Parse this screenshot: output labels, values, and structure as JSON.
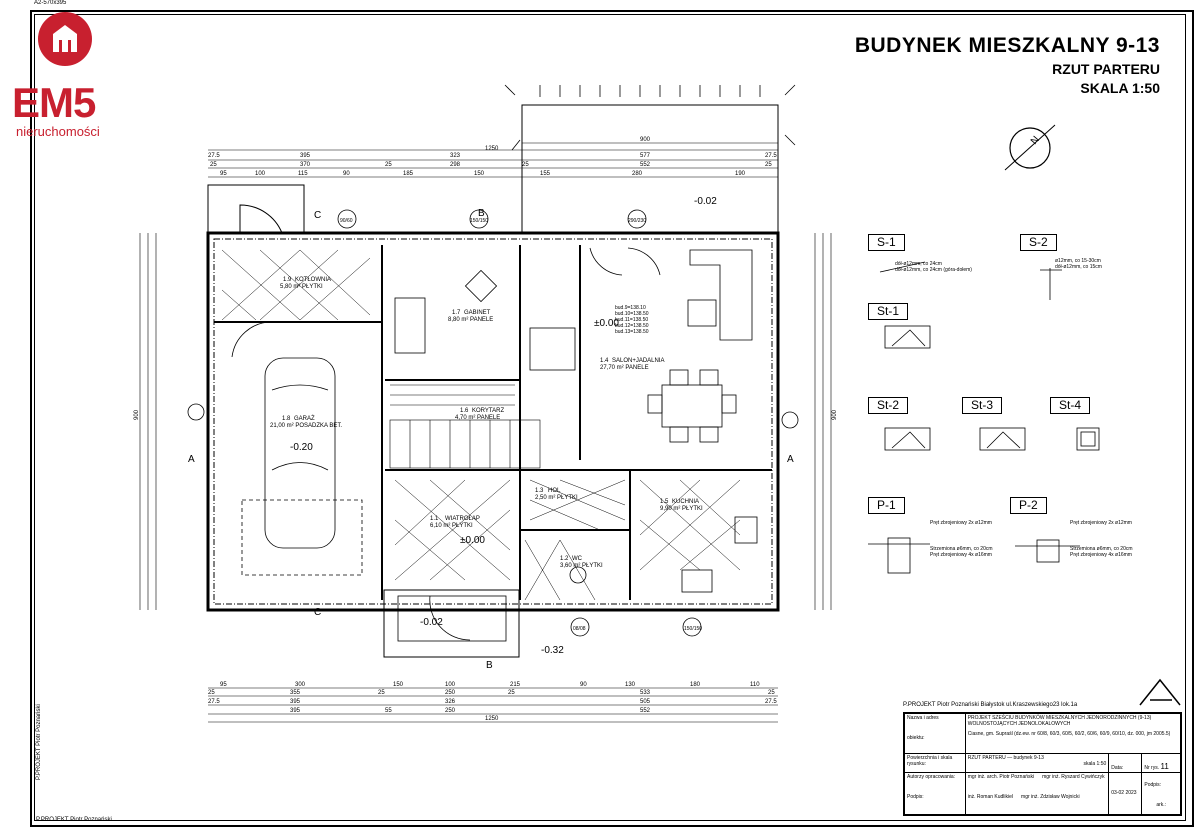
{
  "sheet_label": "A2-570x395",
  "logo": {
    "brand": "EM5",
    "subtitle": "nieruchomości",
    "color": "#c8202f"
  },
  "header": {
    "title": "BUDYNEK MIESZKALNY 9-13",
    "subtitle": "RZUT PARTERU",
    "scale": "SKALA 1:50"
  },
  "dimensions": {
    "top_total": "1250",
    "top_terrace": "900",
    "top_row1": [
      "27.5",
      "395",
      "323",
      "577",
      "27.5"
    ],
    "top_row2": [
      "25",
      "370",
      "25",
      "298",
      "25",
      "552",
      "25"
    ],
    "top_row3": [
      "95",
      "100",
      "115",
      "90",
      "185",
      "150",
      "155",
      "280",
      "190"
    ],
    "bottom_row1": [
      "95",
      "300",
      "150",
      "100",
      "215",
      "90",
      "130",
      "180",
      "110"
    ],
    "bottom_row2": [
      "25",
      "355",
      "25",
      "250",
      "25",
      "533",
      "25"
    ],
    "bottom_row3": [
      "27.5",
      "395",
      "326",
      "505",
      "27.5"
    ],
    "bottom_row4": [
      "395",
      "55",
      "250",
      "552"
    ],
    "bottom_total": "1250",
    "left_total": "900",
    "right_total": "900"
  },
  "rooms": [
    {
      "number": "1.1",
      "name": "WIATROŁAP",
      "area": "6,10 m² PŁYTKI"
    },
    {
      "number": "1.2",
      "name": "WC",
      "area": "3,60 m² PŁYTKI"
    },
    {
      "number": "1.3",
      "name": "HOL",
      "area": "2,50 m² PŁYTKI"
    },
    {
      "number": "1.4",
      "name": "SALON+JADALNIA",
      "area": "27,70 m² PANELE"
    },
    {
      "number": "1.5",
      "name": "KUCHNIA",
      "area": "9,90 m² PŁYTKI"
    },
    {
      "number": "1.6",
      "name": "KORYTARZ",
      "area": "4,70 m² PANELE"
    },
    {
      "number": "1.7",
      "name": "GABINET",
      "area": "8,80 m² PANELE"
    },
    {
      "number": "1.8",
      "name": "GARAŻ",
      "area": "21,00 m² POSADZKA BET."
    },
    {
      "number": "1.9",
      "name": "KOTŁOWNIA",
      "area": "5,80 m² PŁYTKI"
    }
  ],
  "levels": [
    "-0.02",
    "±0.00",
    "-0.20",
    "±0.00",
    "-0.02",
    "-0.32"
  ],
  "elevations": [
    "bud.9=138.10",
    "bud.10=138.50",
    "bud.11=138.50",
    "bud.12=138.50",
    "bud.13=138.50"
  ],
  "windows": [
    "90/60",
    "150/150",
    "290/230",
    "08/08",
    "150/150"
  ],
  "section_markers": [
    "A",
    "A",
    "B",
    "B",
    "C",
    "C"
  ],
  "north_label": "N",
  "details": {
    "S-1": {
      "label": "S-1",
      "notes": [
        "dół-ø12mm, co 24cm",
        "dół-ø12mm, co 24cm (góra-dołem)"
      ]
    },
    "S-2": {
      "label": "S-2",
      "notes": [
        "ø12mm, co 15-30cm",
        "dół-ø12mm, co 15cm"
      ]
    },
    "St-1": {
      "label": "St-1"
    },
    "St-2": {
      "label": "St-2"
    },
    "St-3": {
      "label": "St-3"
    },
    "St-4": {
      "label": "St-4"
    },
    "P-1": {
      "label": "P-1",
      "notes": [
        "Pręt zbrojeniowy 2x ø12mm",
        "Strzemiona ø6mm, co 20cm",
        "Pręt zbrojeniowy 4x ø16mm"
      ]
    },
    "P-2": {
      "label": "P-2",
      "notes": [
        "Pręt zbrojeniowy 2x ø12mm",
        "Strzemiona ø6mm, co 20cm",
        "Pręt zbrojeniowy 4x ø16mm"
      ]
    }
  },
  "title_block": {
    "company": "P.PROJEKT  Piotr Poznański  Białystok ul.Kraszewskiego23 lok.1a",
    "name_label": "Nazwa i adres",
    "object_label": "obiektu:",
    "project": "PROJEKT SZEŚCIU BUDYNKÓW MIESZKALNYCH JEDNORODZINNYCH (9-13) WOLNOSTOJĄCYCH JEDNOLOKALOWYCH",
    "address": "Ciasne, gm. Supraśl (dz.ew. nr 60/8, 60/3, 60/5, 60/2, 60/6, 60/9, 60/10, dz. 000, jm 2005.5)",
    "drawing_label": "Powierzchnia i skala rysunku:",
    "drawing": "RZUT PARTERU — budynek 9-13",
    "scale": "skala 1:50",
    "date_label": "Data:",
    "number_label": "Nr rys.",
    "number": "11",
    "authors_label": "Autorzy opracowania:",
    "sign_label": "Podpis:",
    "author1": "mgr inż. arch. Piotr Poznański",
    "author2": "mgr inż. Ryszard Cywińczyk",
    "author3": "inż. Roman Kudlikiel",
    "author4": "mgr inż. Zdzisław Wojnicki",
    "date": "03-02 2023",
    "sign_right": "Podpis:",
    "sheet_label": "ark.:"
  },
  "side_text": "P.PROJEKT   Piotr Poznański",
  "bottom_text": "P.PROJEKT   Piotr Poznański"
}
